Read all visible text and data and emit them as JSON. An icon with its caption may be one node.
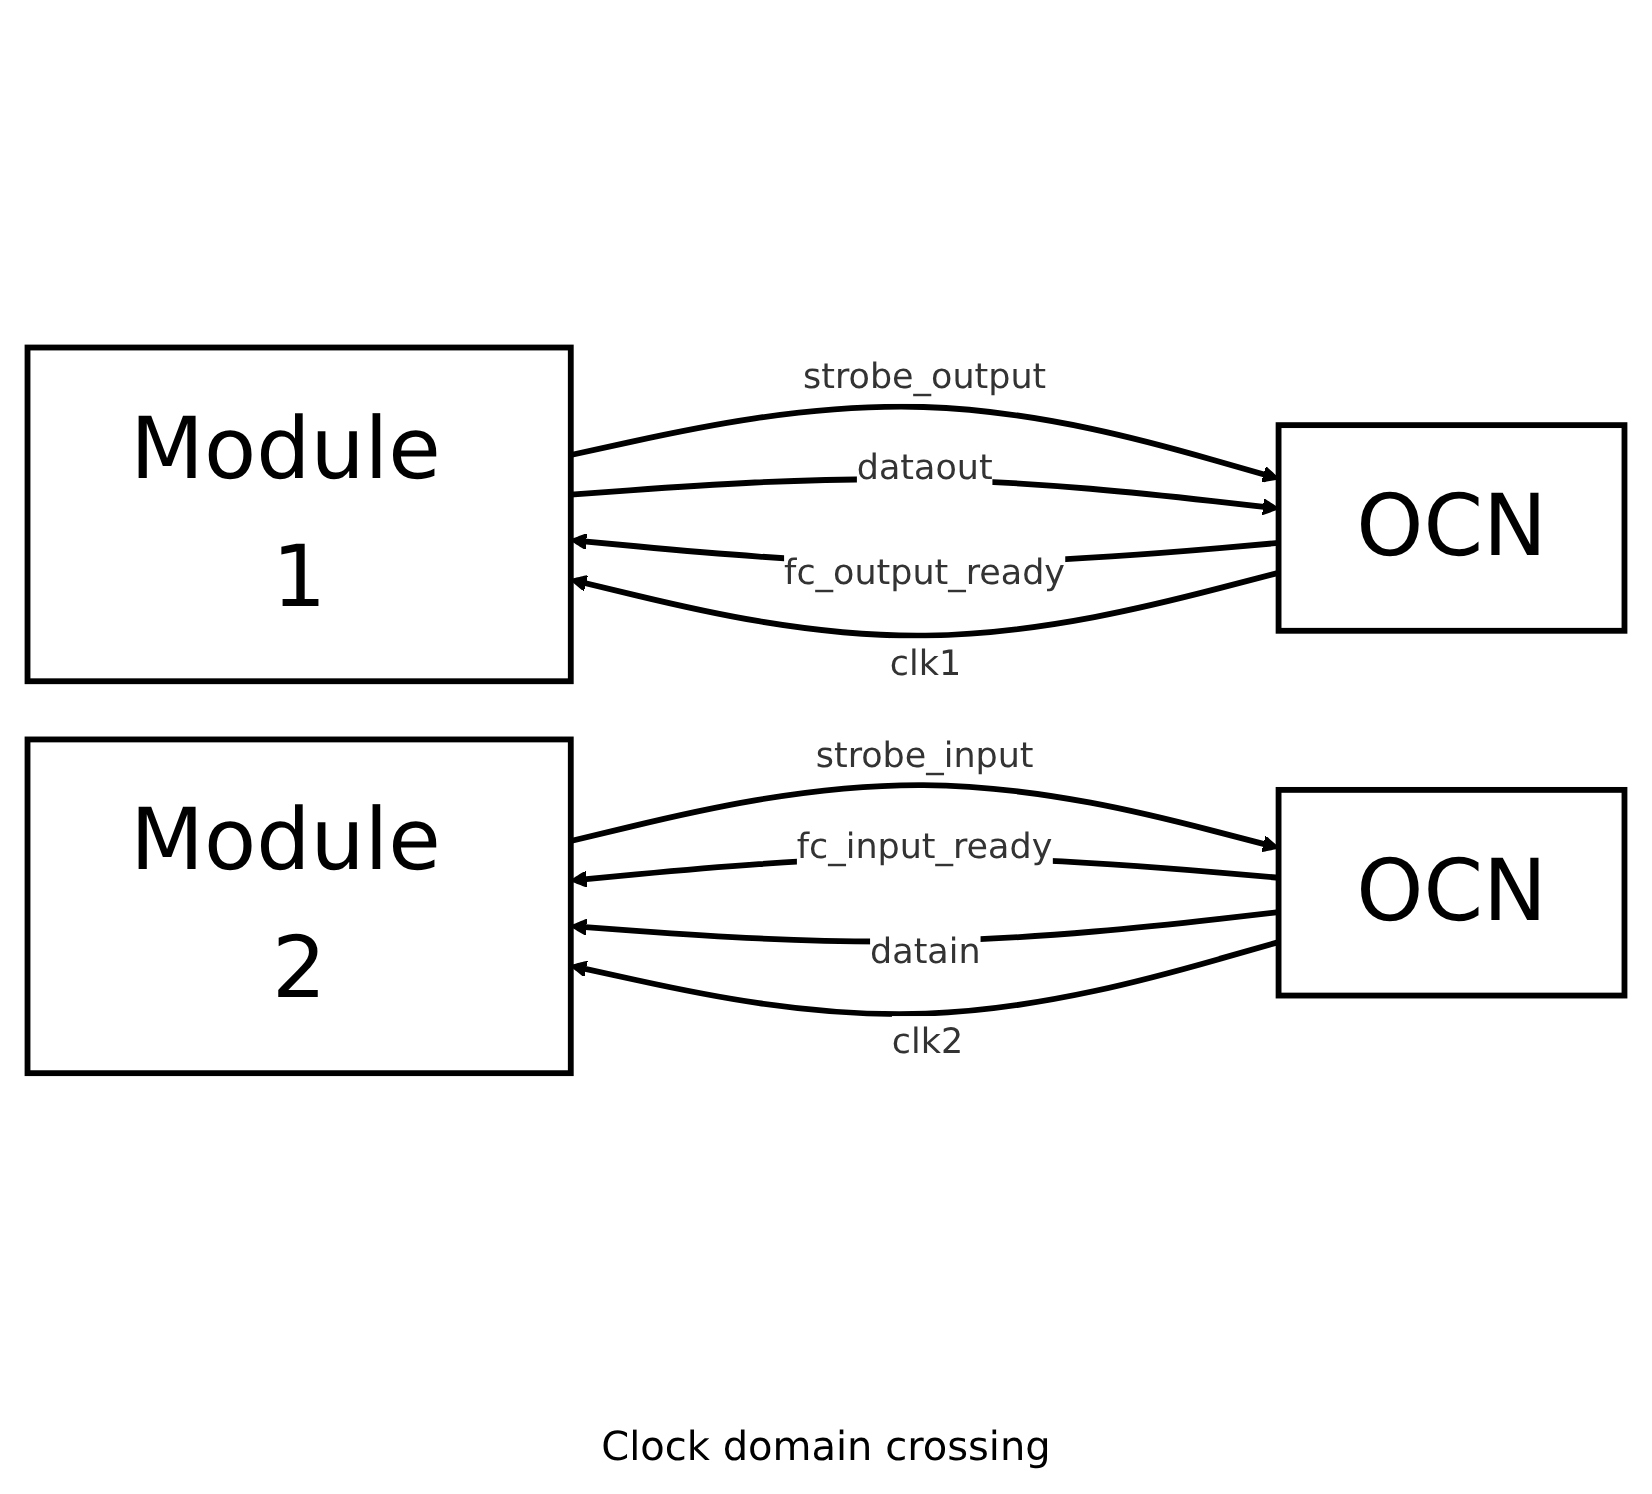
{
  "diagram": {
    "nodes": [
      {
        "text": [
          "Module 1"
        ]
      },
      {
        "text": [
          "OCN"
        ]
      },
      {
        "text": [
          "Module 2"
        ]
      },
      {
        "text": [
          "OCN"
        ]
      }
    ],
    "edges": [
      {
        "from": 0,
        "to": 1,
        "arrow": "to",
        "label": "strobe_output"
      },
      {
        "from": 1,
        "to": 0,
        "arrow": "to",
        "label": "fc_output_ready"
      },
      {
        "from": 0,
        "to": 1,
        "arrow": "to",
        "label": "dataout"
      },
      {
        "from": 1,
        "to": 0,
        "arrow": "to",
        "label": "clk1"
      },
      {
        "from": 2,
        "to": 3,
        "arrow": "to",
        "label": "strobe_input"
      },
      {
        "from": 3,
        "to": 2,
        "arrow": "to",
        "label": "fc_input_ready"
      },
      {
        "from": 3,
        "to": 2,
        "arrow": "to",
        "label": "datain"
      },
      {
        "from": 3,
        "to": 2,
        "arrow": "to",
        "label": "clk2"
      }
    ],
    "labels": [
      "Clock domain crossing"
    ]
  }
}
